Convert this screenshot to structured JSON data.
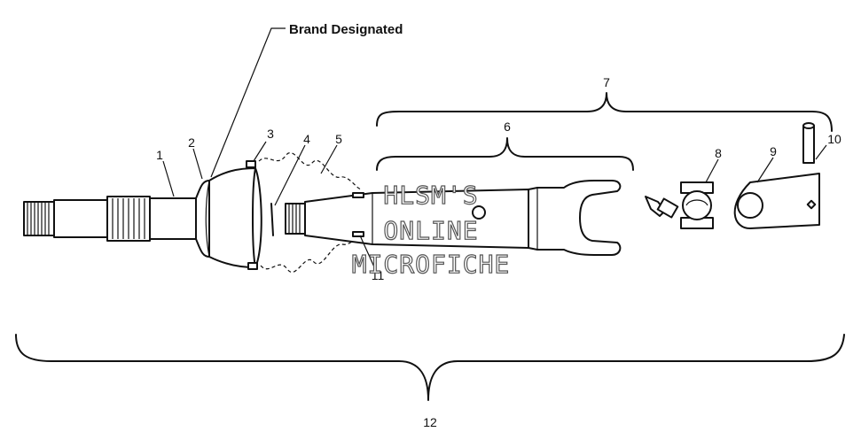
{
  "annotation": {
    "brand": "Brand Designated"
  },
  "callouts": {
    "c1": "1",
    "c2": "2",
    "c3": "3",
    "c4": "4",
    "c5": "5",
    "c6": "6",
    "c7": "7",
    "c8": "8",
    "c9": "9",
    "c10": "10",
    "c11": "11",
    "c12": "12"
  },
  "watermark": {
    "line1": "HLSM'S",
    "line2": "ONLINE",
    "line3": "MICROFICHE"
  }
}
